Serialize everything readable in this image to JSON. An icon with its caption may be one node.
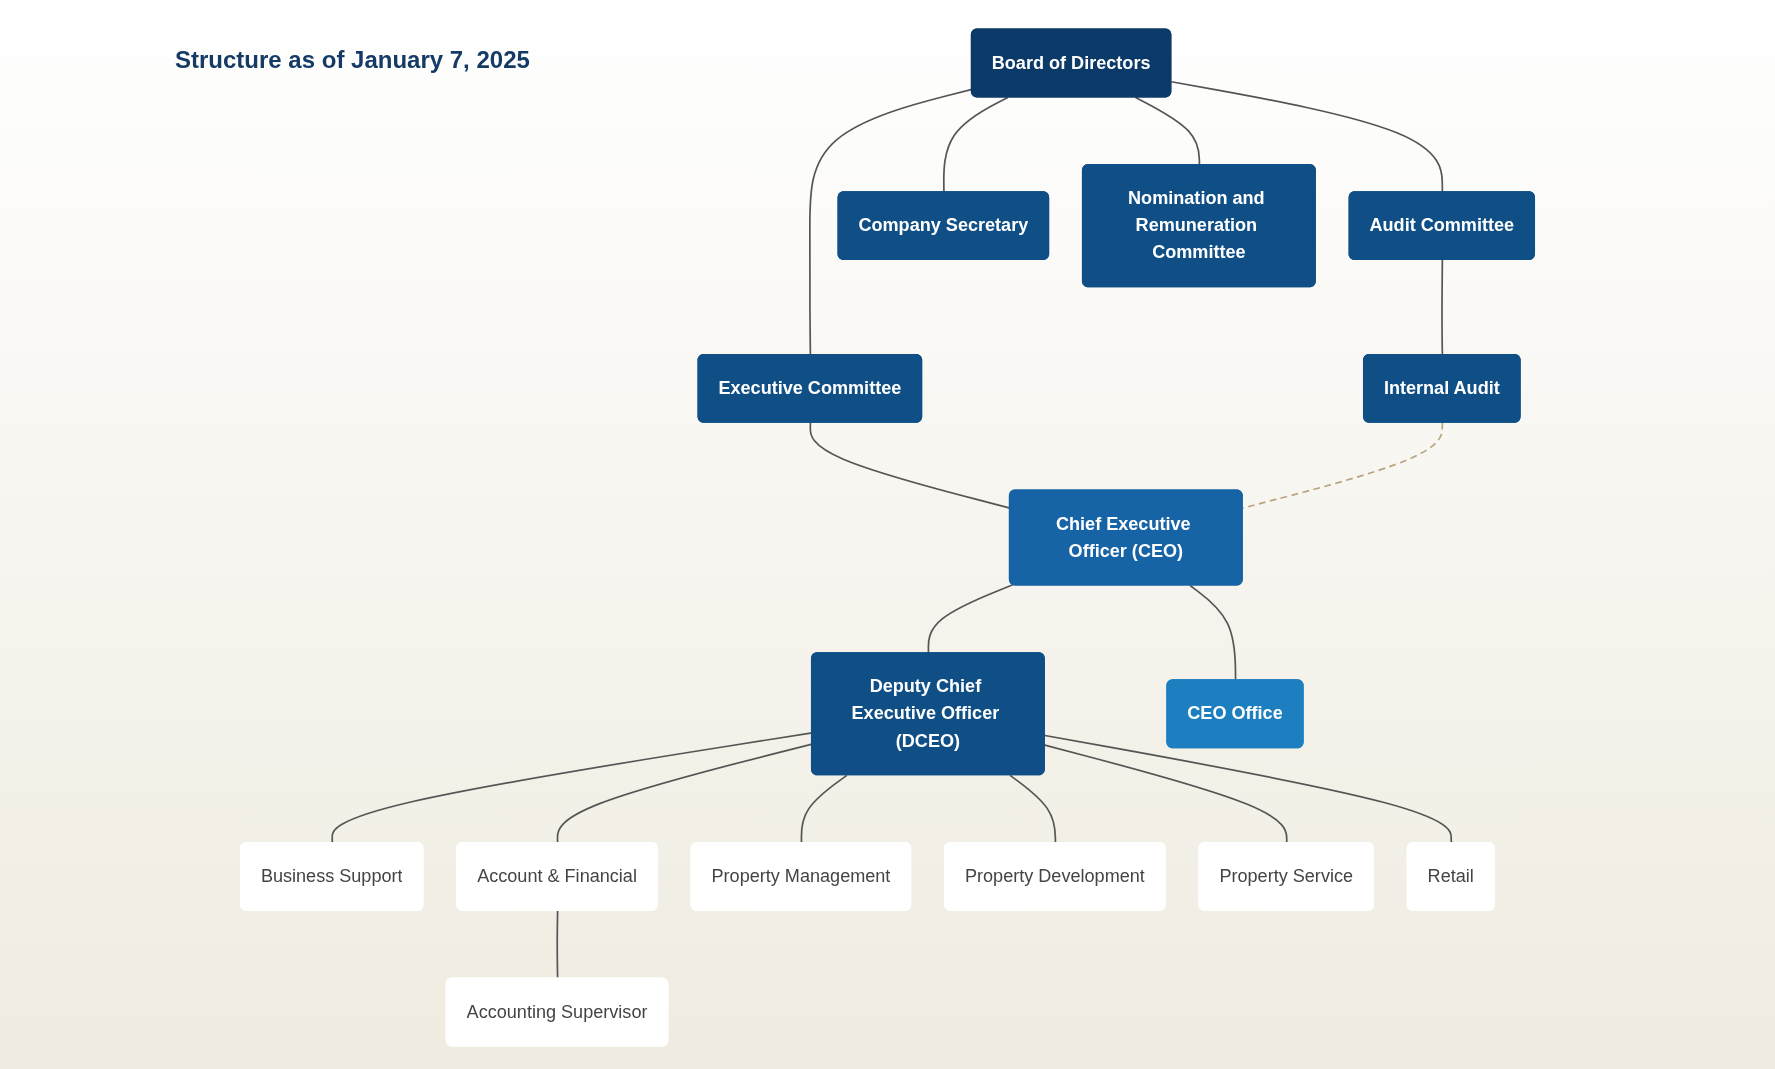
{
  "diagram": {
    "title": "Structure as of January 7, 2025",
    "nodes": [
      {
        "text": [
          "Board of Directors"
        ]
      },
      {
        "text": [
          "Audit Committee"
        ]
      },
      {
        "text": [
          "Company Secretary"
        ]
      },
      {
        "text": [
          "Internal Audit"
        ]
      },
      {
        "text": [
          "Nomination and Remuneration Committee"
        ]
      },
      {
        "text": [
          "Executive Committee"
        ]
      },
      {
        "text": [
          "Chief Executive Officer (CEO)"
        ]
      },
      {
        "text": [
          "Deputy Chief Executive Officer (DCEO)"
        ]
      },
      {
        "text": [
          "CEO Office"
        ]
      },
      {
        "text": [
          "Business Support"
        ]
      },
      {
        "text": [
          "Account & Financial"
        ]
      },
      {
        "text": [
          "Property Management"
        ]
      },
      {
        "text": [
          "Property Development"
        ]
      },
      {
        "text": [
          "Property Service"
        ]
      },
      {
        "text": [
          "Retail"
        ]
      },
      {
        "text": [
          "Accounting Supervisor"
        ]
      }
    ],
    "edges": [
      {
        "from": 0,
        "to": 2,
        "arrow": "none"
      },
      {
        "from": 0,
        "to": 1,
        "arrow": "none"
      },
      {
        "from": 0,
        "to": 4,
        "arrow": "none"
      },
      {
        "from": 1,
        "to": 3,
        "arrow": "none"
      },
      {
        "from": 0,
        "to": 5,
        "arrow": "none"
      },
      {
        "from": 5,
        "to": 6,
        "arrow": "none"
      },
      {
        "from": 3,
        "to": 6,
        "arrow": "none",
        "style": "dashed",
        "color": "#b8a57e"
      },
      {
        "from": 6,
        "to": 7,
        "arrow": "none"
      },
      {
        "from": 6,
        "to": 8,
        "arrow": "none"
      },
      {
        "from": 7,
        "to": 9,
        "arrow": "none"
      },
      {
        "from": 7,
        "to": 10,
        "arrow": "none"
      },
      {
        "from": 7,
        "to": 11,
        "arrow": "none"
      },
      {
        "from": 7,
        "to": 12,
        "arrow": "none"
      },
      {
        "from": 7,
        "to": 13,
        "arrow": "none"
      },
      {
        "from": 7,
        "to": 14,
        "arrow": "none"
      },
      {
        "from": 10,
        "to": 15,
        "arrow": "none"
      }
    ]
  }
}
